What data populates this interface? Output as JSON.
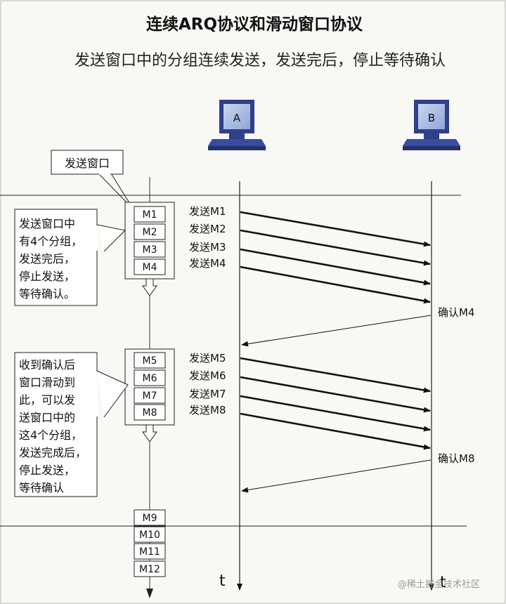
{
  "title": "连续ARQ协议和滑动窗口协议",
  "subtitle": "发送窗口中的分组连续发送，发送完后，停止等待确认",
  "hosts": {
    "a": "A",
    "b": "B"
  },
  "window_callout": "发送窗口",
  "note1": [
    "发送窗口中",
    "有4个分组，",
    "发送完后，",
    "停止发送，",
    "等待确认。"
  ],
  "note2": [
    "收到确认后",
    "窗口滑动到",
    "此，可以发",
    "送窗口中的",
    "这4个分组，",
    "发送完成后，",
    "停止发送，",
    "等待确认"
  ],
  "window1": [
    "M1",
    "M2",
    "M3",
    "M4"
  ],
  "window2": [
    "M5",
    "M6",
    "M7",
    "M8"
  ],
  "tail_packets": [
    "M9",
    "M10",
    "M11",
    "M12"
  ],
  "send_labels_1": [
    "发送M1",
    "发送M2",
    "发送M3",
    "发送M4"
  ],
  "send_labels_2": [
    "发送M5",
    "发送M6",
    "发送M7",
    "发送M8"
  ],
  "ack1": "确认M4",
  "ack2": "确认M8",
  "time_label_a": "t",
  "time_label_b": "t",
  "watermark": "@稀土掘金技术社区"
}
